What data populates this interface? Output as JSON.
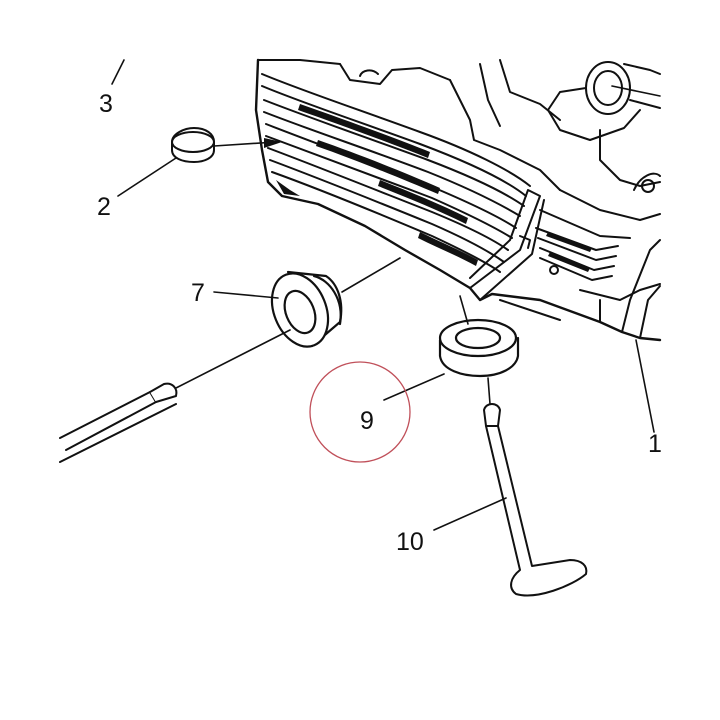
{
  "diagram": {
    "callouts": [
      {
        "id": "3",
        "label": "3"
      },
      {
        "id": "2",
        "label": "2"
      },
      {
        "id": "7",
        "label": "7"
      },
      {
        "id": "9",
        "label": "9"
      },
      {
        "id": "10",
        "label": "10"
      },
      {
        "id": "1",
        "label": "1"
      }
    ],
    "highlight_color": "#c0505a",
    "ink_color": "#111111"
  }
}
